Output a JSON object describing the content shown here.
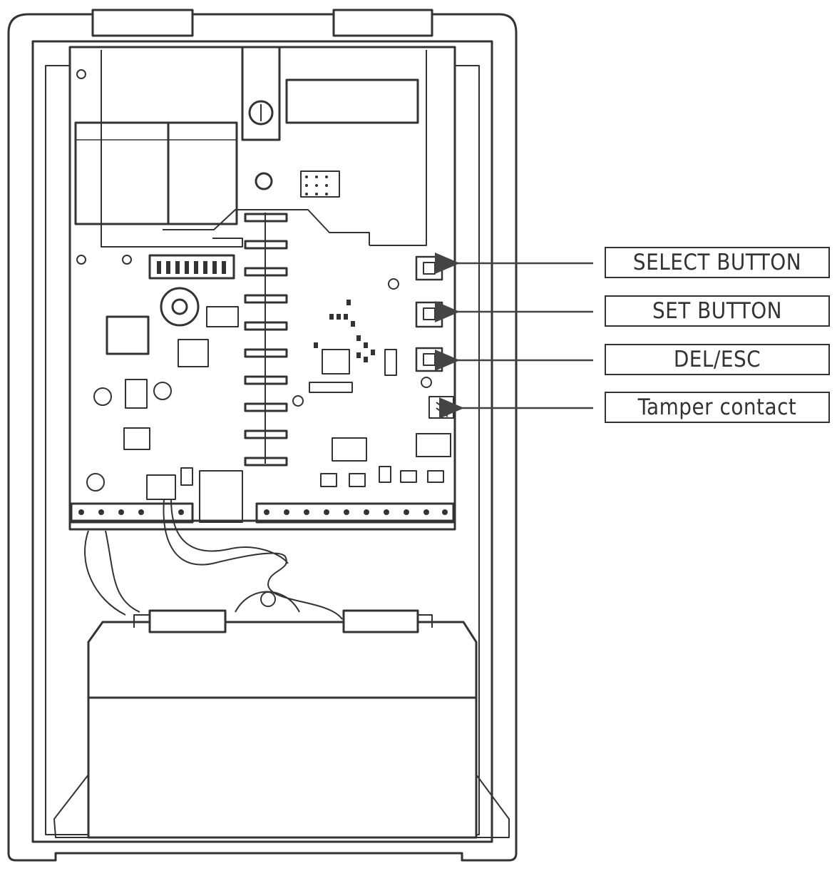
{
  "diagram": {
    "callouts": [
      {
        "id": "select",
        "label": "SELECT BUTTON"
      },
      {
        "id": "set",
        "label": "SET BUTTON"
      },
      {
        "id": "delesc",
        "label": "DEL/ESC"
      },
      {
        "id": "tamper",
        "label": "Tamper contact"
      }
    ],
    "colors": {
      "line": "#333333",
      "fill": "#ffffff"
    }
  }
}
